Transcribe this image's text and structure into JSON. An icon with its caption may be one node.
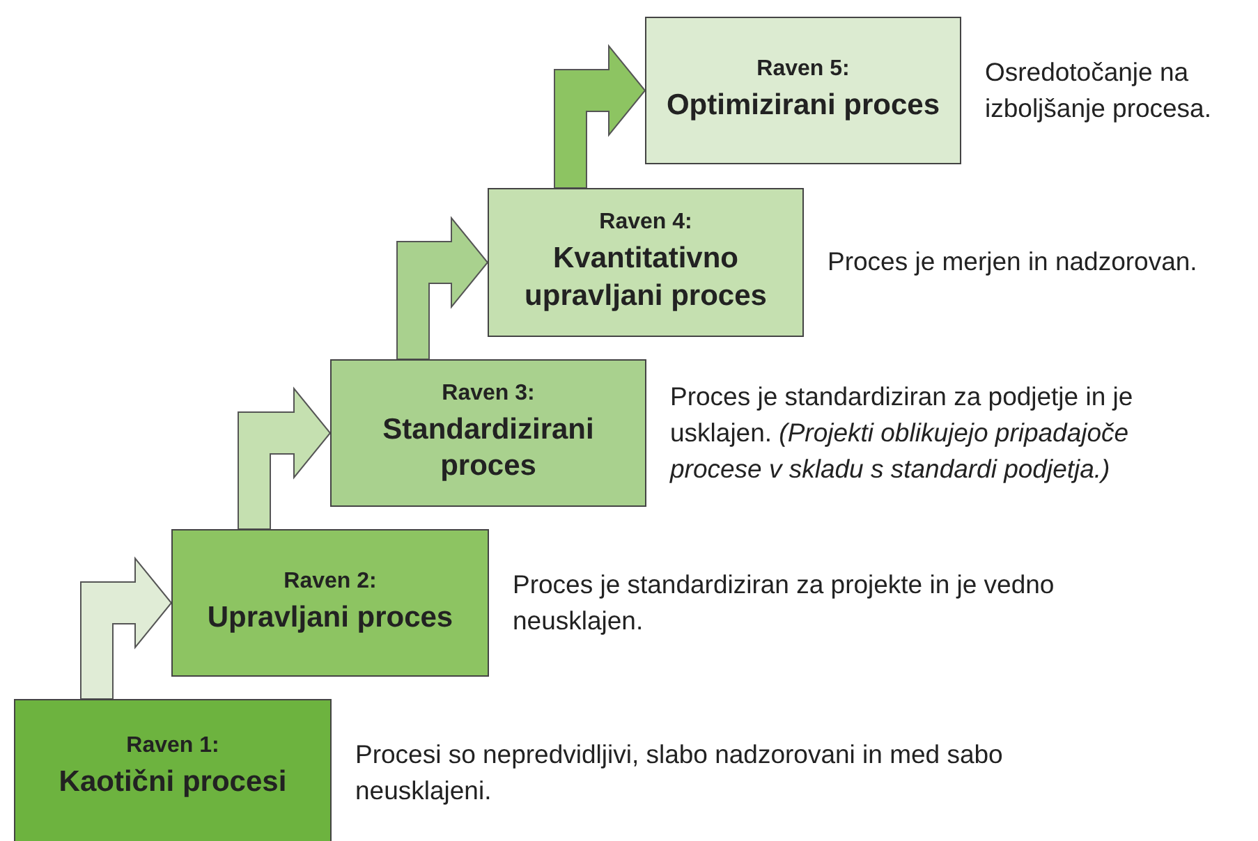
{
  "diagram": {
    "nodes": [
      {
        "text": [
          "Raven 1:",
          "Kaotični procesi"
        ],
        "beside": [
          "Procesi so nepredvidljivi, slabo nadzorovani in med sabo neusklajeni."
        ]
      },
      {
        "text": [
          "Raven 2:",
          "Upravljani proces"
        ],
        "beside": [
          "Proces je standardiziran za projekte in je vedno neusklajen."
        ]
      },
      {
        "text": [
          "Raven 3:",
          "Standardizirani proces"
        ],
        "beside": [
          "Proces je standardiziran za podjetje in je usklajen. *(Projekti oblikujejo pripadajoče procese v skladu s standardi podjetja.)*"
        ]
      },
      {
        "text": [
          "Raven 4:",
          "Kvantitativno upravljani proces"
        ],
        "beside": [
          "Proces je merjen in nadzorovan."
        ]
      },
      {
        "text": [
          "Raven 5:",
          "Optimizirani proces"
        ],
        "beside": [
          "Osredotočanje na izboljšanje procesa."
        ]
      }
    ],
    "edges": [
      {
        "from": 0,
        "to": 1,
        "arrow": "to",
        "color": "#e0ecd6"
      },
      {
        "from": 1,
        "to": 2,
        "arrow": "to",
        "color": "#c5e0b0"
      },
      {
        "from": 2,
        "to": 3,
        "arrow": "to",
        "color": "#a9d18e"
      },
      {
        "from": 3,
        "to": 4,
        "arrow": "to",
        "color": "#8dc462"
      }
    ]
  }
}
